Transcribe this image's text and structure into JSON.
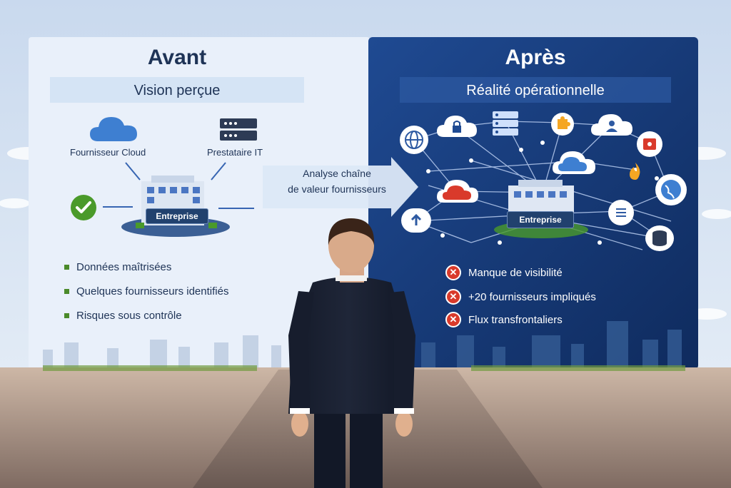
{
  "left_panel": {
    "title": "Avant",
    "subtitle": "Vision perçue",
    "node_labels": {
      "cloud": "Fournisseur Cloud",
      "it": "Prestataire IT",
      "enterprise": "Entreprise"
    },
    "bullets": [
      "Données maîtrisées",
      "Quelques fournisseurs identifiés",
      "Risques sous contrôle"
    ]
  },
  "middle_arrow": {
    "line1": "Analyse chaîne",
    "line2": "de valeur fournisseurs"
  },
  "right_panel": {
    "title": "Après",
    "subtitle": "Réalité opérationnelle",
    "enterprise": "Entreprise",
    "bullets": [
      "Manque de visibilité",
      "+20 fournisseurs impliqués",
      "Flux transfrontaliers"
    ]
  },
  "colors": {
    "left_bg": "#e9f0fa",
    "right_bg": "#1a3d7c",
    "title_dark": "#1e3356",
    "check_green": "#4a9a2a",
    "cross_red": "#d93a2b",
    "cloud_blue": "#3e7fd1"
  },
  "icons": [
    "cloud-icon",
    "server-icon",
    "checkmark-icon",
    "lock-icon",
    "globe-icon",
    "gear-icon",
    "user-icon",
    "database-icon",
    "fire-icon",
    "upload-cloud-icon",
    "list-icon"
  ]
}
